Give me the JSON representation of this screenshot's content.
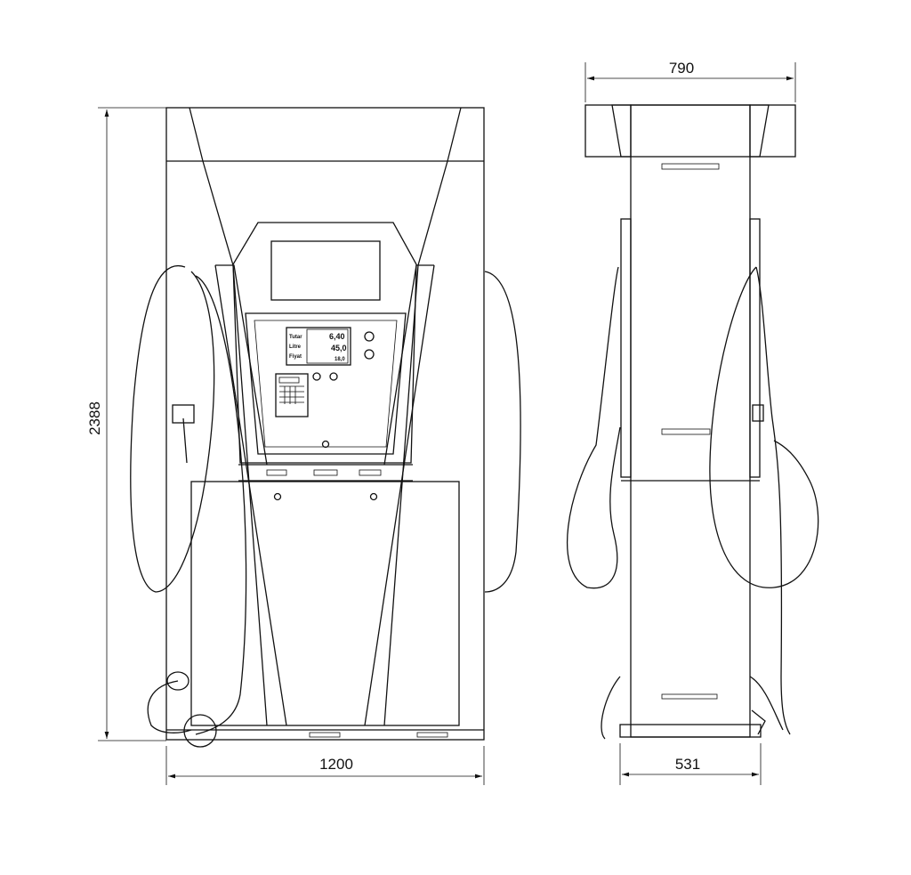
{
  "dimensions": {
    "height": "2388",
    "front_width": "1200",
    "side_top_width": "790",
    "side_base_width": "531"
  },
  "display": {
    "labels": [
      "Tutar",
      "Litre",
      "Fiyat"
    ],
    "values": [
      "6,40",
      "45,0",
      "18,0"
    ]
  }
}
